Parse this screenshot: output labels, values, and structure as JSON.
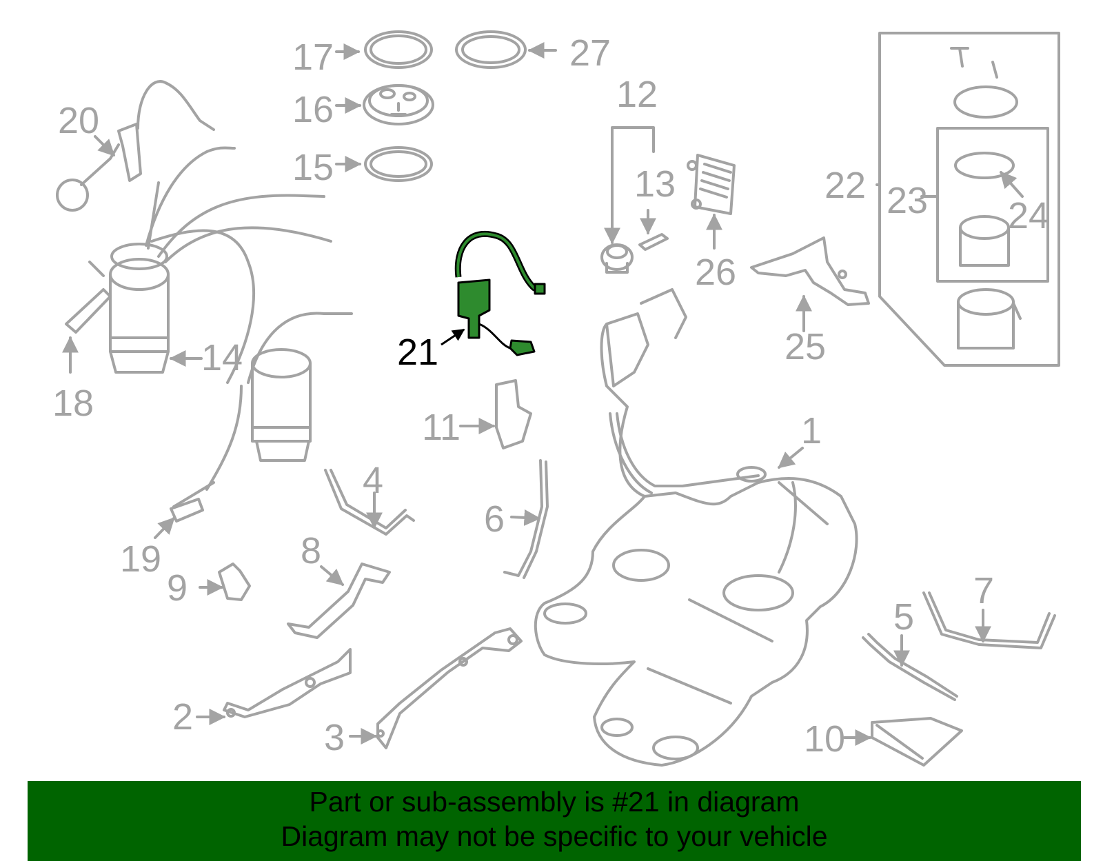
{
  "diagram": {
    "highlight_part": "21",
    "colors": {
      "line": "#a3a3a3",
      "highlight_fill": "#2e8b2e",
      "highlight_stroke": "#000000",
      "banner_bg": "#006400",
      "banner_text": "#000000"
    },
    "callouts": {
      "p1": "1",
      "p2": "2",
      "p3": "3",
      "p4": "4",
      "p5": "5",
      "p6": "6",
      "p7": "7",
      "p8": "8",
      "p9": "9",
      "p10": "10",
      "p11": "11",
      "p12": "12",
      "p13": "13",
      "p14": "14",
      "p15": "15",
      "p16": "16",
      "p17": "17",
      "p18": "18",
      "p19": "19",
      "p20": "20",
      "p21": "21",
      "p22": "22",
      "p23": "23",
      "p24": "24",
      "p25": "25",
      "p26": "26",
      "p27": "27"
    }
  },
  "banner": {
    "line1": "Part or sub-assembly is #21 in diagram",
    "line2": "Diagram may not be specific to your vehicle"
  }
}
